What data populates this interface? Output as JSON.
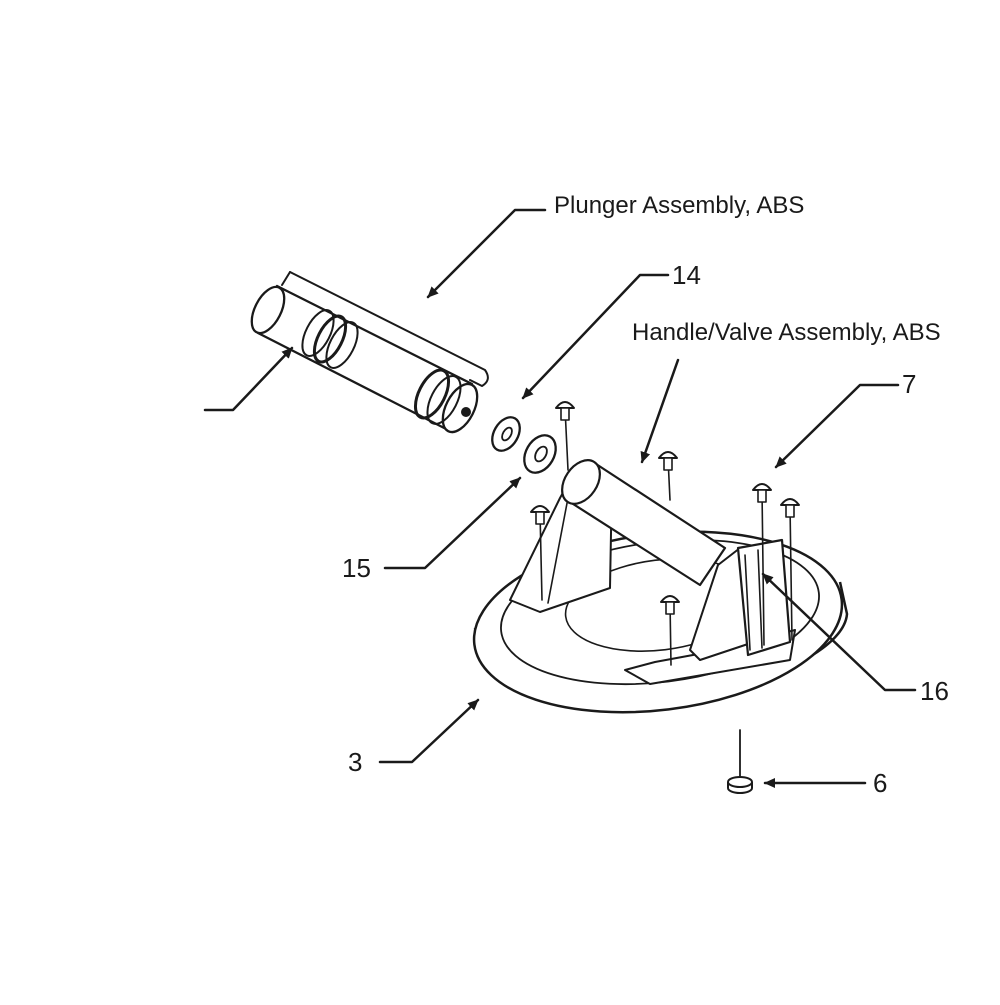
{
  "labels": {
    "plunger_assembly": "Plunger Assembly, ABS",
    "item_14": "14",
    "handle_valve_assembly": "Handle/Valve Assembly, ABS",
    "item_7": "7",
    "item_15": "15",
    "item_16": "16",
    "item_3": "3",
    "item_6": "6"
  }
}
